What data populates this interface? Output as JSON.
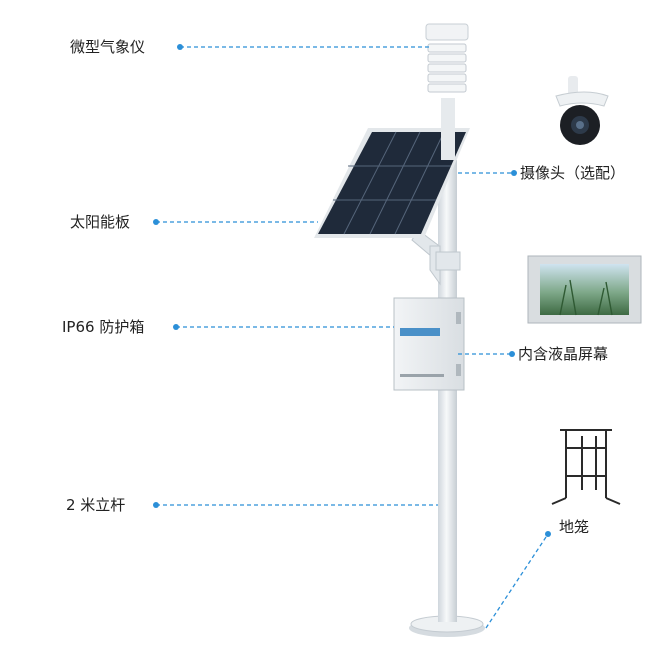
{
  "labels": {
    "weather_station": "微型气象仪",
    "solar_panel": "太阳能板",
    "enclosure": "IP66 防护箱",
    "pole": "2 米立杆",
    "camera": "摄像头（选配）",
    "lcd": "内含液晶屏幕",
    "ground_cage": "地笼"
  },
  "colors": {
    "callout": "#2b8fd8",
    "pole": "#e9edf0",
    "panel": "#1f2a3a"
  }
}
